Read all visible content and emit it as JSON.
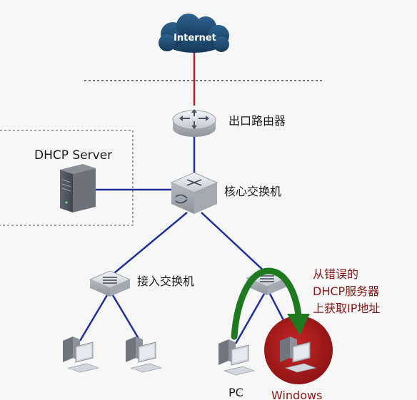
{
  "labels": {
    "internet": "Internet",
    "router": "出口路由器",
    "dhcp_server": "DHCP Server",
    "core_switch": "核心交换机",
    "access_switch": "接入交换机",
    "pc": "PC",
    "windows": "Windows",
    "annotation_lines": [
      "从错误的",
      "DHCP服务器",
      "上获取IP地址"
    ]
  },
  "colors": {
    "link_blue": "#1f2f9c",
    "uplink_red": "#a8232a",
    "arrow_green": "#1f7a1f",
    "highlight_red": "#b51d1d",
    "annotation_red": "#8a1717",
    "cloud": "#1f4a73",
    "device_gray": "#b9bec6"
  }
}
